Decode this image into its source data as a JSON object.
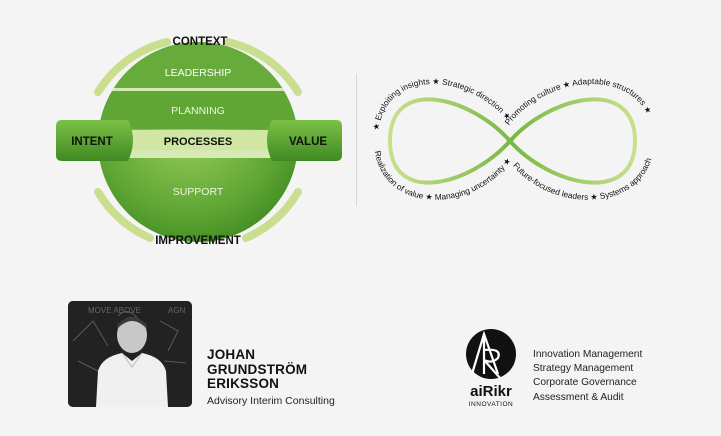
{
  "diagram_left": {
    "context": "CONTEXT",
    "improvement": "IMPROVEMENT",
    "leadership": "LEADERSHIP",
    "planning": "PLANNING",
    "processes": "PROCESSES",
    "support": "SUPPORT",
    "intent": "INTENT",
    "value": "VALUE"
  },
  "diagram_right": {
    "top_path": "★ Exploiting insights ★ Strategic direction ★ Promoting culture ★ Adaptable structures ★",
    "bottom_path": "Realization of value ★ Managing uncertainty ★ Future-focused leaders ★ Systems approach"
  },
  "person": {
    "name": "JOHAN\nGRUNDSTRÖM\nERIKSSON",
    "company": "Advisory Interim Consulting"
  },
  "logo": {
    "wordmark": "aiRikr",
    "sub": "INNOVATION"
  },
  "services": [
    "Innovation Management",
    "Strategy Management",
    "Corporate Governance",
    "Assessment & Audit"
  ],
  "colors": {
    "green_dark": "#4c9a2a",
    "green_mid": "#78b843",
    "green_light": "#c9df8f",
    "background": "#f4f4f4"
  }
}
